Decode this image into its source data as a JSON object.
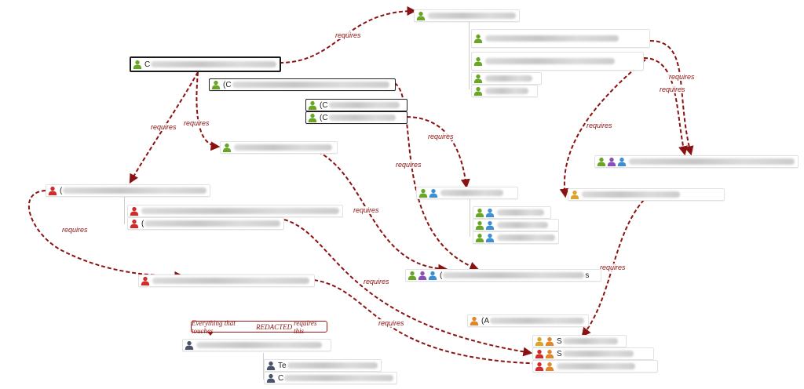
{
  "colors": {
    "edge": "#8b1212",
    "person_green": "#6aa626",
    "person_blue": "#3d8fd1",
    "person_purple": "#8b4fb8",
    "person_red": "#d12b2b",
    "person_orange": "#e0862b",
    "person_gold": "#d9a52b",
    "person_slate": "#4a5569"
  },
  "edge_label": "requires",
  "note": {
    "before": "Everything that touches ",
    "emphasis": "REDACTED",
    "after": " requires this"
  },
  "nodes": [
    {
      "id": "n01",
      "prefix": "C",
      "icons": [
        "green"
      ],
      "redact": 168,
      "selected": true
    },
    {
      "id": "n02",
      "prefix": "",
      "icons": [
        "green"
      ],
      "redact": 120
    },
    {
      "id": "n03",
      "prefix": "",
      "icons": [
        "green"
      ],
      "redact": 170
    },
    {
      "id": "n04",
      "prefix": "",
      "icons": [
        "green"
      ],
      "redact": 165
    },
    {
      "id": "n05",
      "prefix": "",
      "icons": [
        "green"
      ],
      "redact": 60
    },
    {
      "id": "n06",
      "prefix": "",
      "icons": [
        "green"
      ],
      "redact": 55
    },
    {
      "id": "n07",
      "prefix": "(C",
      "icons": [
        "green"
      ],
      "redact": 200,
      "boxed": true
    },
    {
      "id": "n08",
      "prefix": "(C",
      "icons": [
        "green"
      ],
      "redact": 90,
      "boxed": true
    },
    {
      "id": "n09",
      "prefix": "(C",
      "icons": [
        "green"
      ],
      "redact": 85,
      "boxed": true
    },
    {
      "id": "n10",
      "prefix": "",
      "icons": [
        "green"
      ],
      "redact": 125
    },
    {
      "id": "n11",
      "prefix": "(",
      "icons": [
        "red"
      ],
      "redact": 190
    },
    {
      "id": "n12",
      "prefix": "",
      "icons": [
        "red"
      ],
      "redact": 255
    },
    {
      "id": "n13",
      "prefix": "(",
      "icons": [
        "red"
      ],
      "redact": 175
    },
    {
      "id": "n14",
      "prefix": "",
      "icons": [
        "green",
        "blue"
      ],
      "redact": 80
    },
    {
      "id": "n15",
      "prefix": "",
      "icons": [
        "green",
        "blue"
      ],
      "redact": 60
    },
    {
      "id": "n16",
      "prefix": "",
      "icons": [
        "green",
        "blue"
      ],
      "redact": 65
    },
    {
      "id": "n17",
      "prefix": "",
      "icons": [
        "green",
        "blue"
      ],
      "redact": 75
    },
    {
      "id": "n18",
      "prefix": "",
      "icons": [
        "green",
        "purple",
        "blue"
      ],
      "redact": 220
    },
    {
      "id": "n19",
      "prefix": "",
      "icons": [
        "gold"
      ],
      "redact": 125
    },
    {
      "id": "n20",
      "prefix": "",
      "icons": [
        "red"
      ],
      "redact": 200
    },
    {
      "id": "n21",
      "prefix": "(",
      "icons": [
        "green",
        "purple",
        "blue"
      ],
      "redact": 180,
      "suffix": "s"
    },
    {
      "id": "n22",
      "prefix": "(A",
      "icons": [
        "orange"
      ],
      "redact": 120
    },
    {
      "id": "n23",
      "prefix": "S",
      "icons": [
        "gold",
        "orange"
      ],
      "redact": 70
    },
    {
      "id": "n24",
      "prefix": "S",
      "icons": [
        "red",
        "orange"
      ],
      "redact": 90
    },
    {
      "id": "n25",
      "prefix": "",
      "icons": [
        "red",
        "orange"
      ],
      "redact": 100
    },
    {
      "id": "n26",
      "prefix": "",
      "icons": [
        "slate"
      ],
      "redact": 160
    },
    {
      "id": "n27",
      "prefix": "Te",
      "icons": [
        "slate"
      ],
      "redact": 120
    },
    {
      "id": "n28",
      "prefix": "C",
      "icons": [
        "slate"
      ],
      "redact": 140
    }
  ]
}
